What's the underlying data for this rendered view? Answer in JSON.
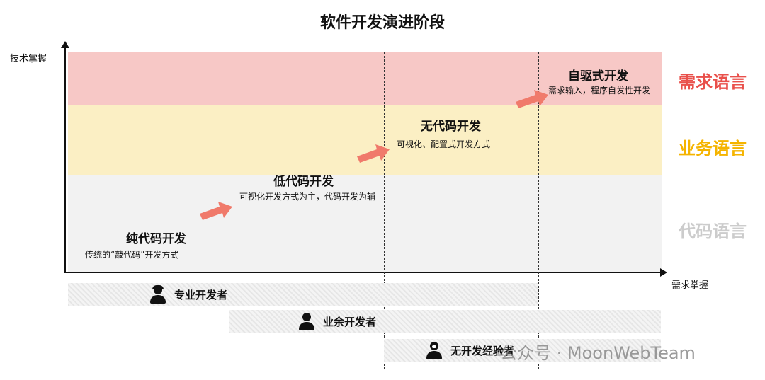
{
  "title": "软件开发演进阶段",
  "axes": {
    "y_label": "技术掌握",
    "x_label": "需求掌握"
  },
  "languages": [
    {
      "label": "需求语言",
      "color": "#e9504b"
    },
    {
      "label": "业务语言",
      "color": "#f5b400"
    },
    {
      "label": "代码语言",
      "color": "#cccccc"
    }
  ],
  "stages": [
    {
      "title": "纯代码开发",
      "desc": "传统的“敲代码”开发方式"
    },
    {
      "title": "低代码开发",
      "desc": "可视化开发方式为主，代码开发为辅"
    },
    {
      "title": "无代码开发",
      "desc": "可视化、配置式开发方式"
    },
    {
      "title": "自驱式开发",
      "desc": "需求输入，程序自发性开发"
    }
  ],
  "developers": [
    {
      "label": "专业开发者",
      "icon": "worker-helmet-icon"
    },
    {
      "label": "业余开发者",
      "icon": "person-icon"
    },
    {
      "label": "无开发经验者",
      "icon": "person-chat-icon"
    }
  ],
  "colors": {
    "band_red": "#f7c8c6",
    "band_yellow": "#fbefc4",
    "band_gray": "#f2f2f2",
    "arrow": "#f07a6b"
  },
  "watermark": "公众号 · MoonWebTeam"
}
